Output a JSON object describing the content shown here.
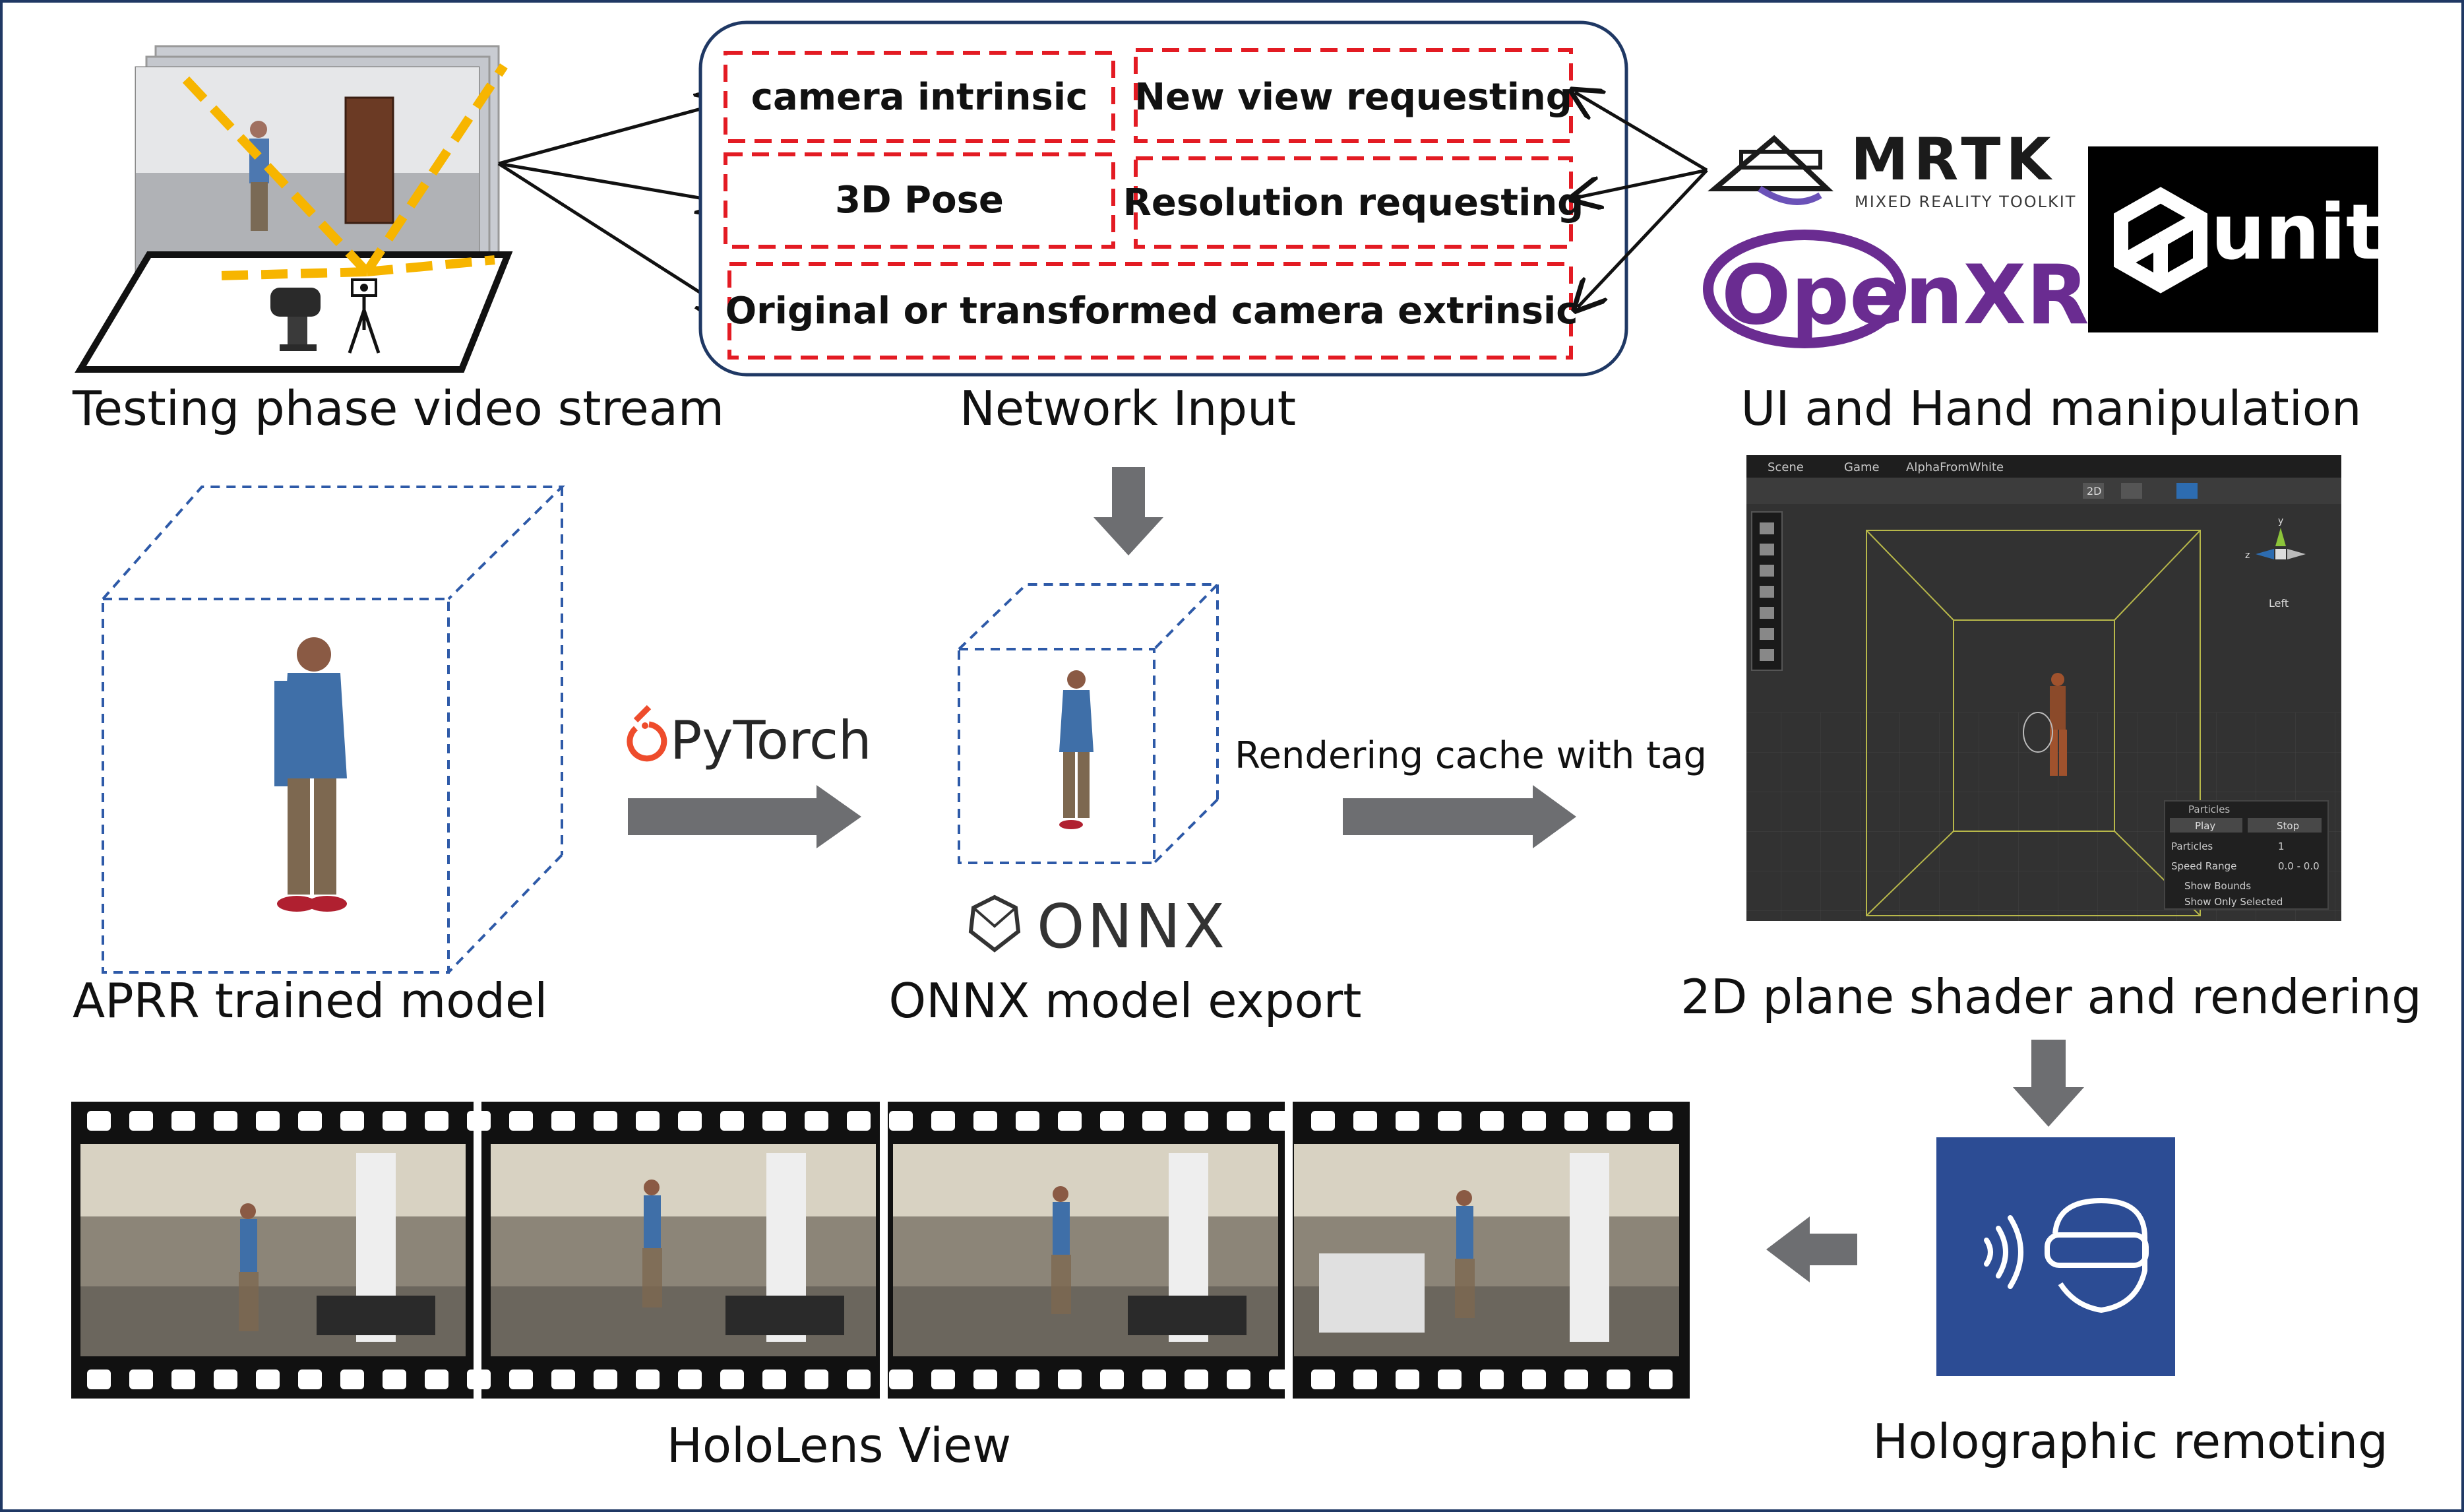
{
  "labels": {
    "testing_stream": "Testing phase video stream",
    "network_input": "Network Input",
    "ui_hand": "UI and Hand manipulation",
    "aprr_model": "APRR trained model",
    "onnx_export": "ONNX model export",
    "plane_shader": "2D plane shader and rendering",
    "hololens_view": "HoloLens View",
    "holographic_remoting": "Holographic remoting",
    "rendering_cache": "Rendering cache with tag"
  },
  "network_inputs": {
    "camera_intrinsic": "camera intrinsic",
    "new_view": "New view requesting",
    "pose_3d": "3D Pose",
    "resolution": "Resolution requesting",
    "extrinsic": "Original or transformed camera extrinsic"
  },
  "logos": {
    "mrtk": "MRTK",
    "mrtk_sub": "MIXED REALITY TOOLKIT",
    "openxr": "OpenXR",
    "unity": "unity",
    "pytorch": "PyTorch",
    "onnx": "ONNX"
  },
  "unity_editor": {
    "tab_scene": "Scene",
    "tab_game": "Game",
    "tab_asset": "AlphaFromWhite",
    "toolbar_2d": "2D",
    "gizmo_left": "Left",
    "gizmo_y": "y",
    "gizmo_z": "z",
    "particles_title": "Particles",
    "play": "Play",
    "stop": "Stop",
    "particles_label": "Particles",
    "particles_value": "1",
    "speed_label": "Speed Range",
    "speed_value": "0.0 - 0.0",
    "show_bounds": "Show Bounds",
    "show_only_selected": "Show Only Selected"
  },
  "colors": {
    "dashed_red": "#e31b23",
    "arrow_gray": "#6d6e71",
    "dark_blue": "#1f3864",
    "cube_blue": "#2e5aa8",
    "openxr_purple": "#6a2c91",
    "remoting_blue": "#2c4c94",
    "yellow_dash": "#f7b500"
  }
}
